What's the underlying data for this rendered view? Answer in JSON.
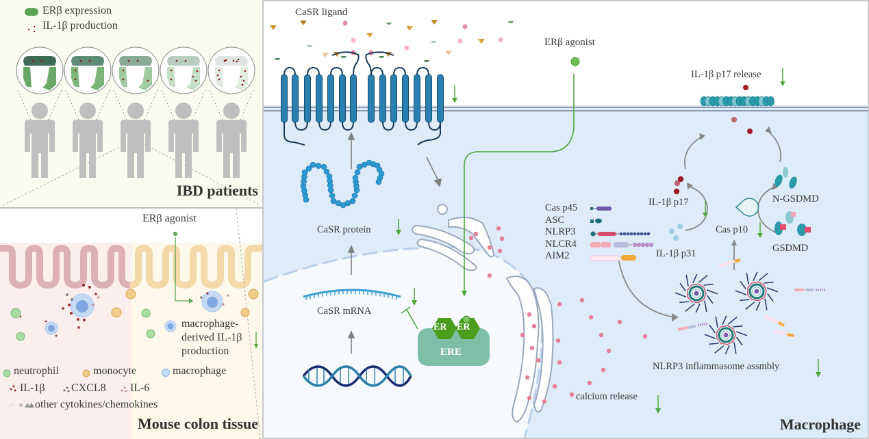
{
  "ibd_panel": {
    "title": "IBD patients",
    "legend": [
      {
        "icon": "green-pill-icon",
        "label": "ERβ expression",
        "color": "#5aa454"
      },
      {
        "icon": "red-dots-icon",
        "label": "IL-1β  production",
        "color": "#8b1a1a"
      }
    ],
    "patients": [
      {
        "colon_shade": "#3f6b57",
        "body_shade": "#6aa86a"
      },
      {
        "colon_shade": "#5e8a76",
        "body_shade": "#7db47a"
      },
      {
        "colon_shade": "#8aaa98",
        "body_shade": "#a0caa0"
      },
      {
        "colon_shade": "#b8ccc0",
        "body_shade": "#c3dec3"
      },
      {
        "colon_shade": "#dfe5e0",
        "body_shade": "#e0ece0"
      }
    ]
  },
  "mouse_panel": {
    "title": "Mouse colon tissue",
    "agonist_label": "ERβ agonist",
    "annotation": [
      "macrophage-",
      "derived IL-1β",
      "production"
    ],
    "legend_cells": [
      {
        "icon": "neutrophil-icon",
        "label": "neutrophil",
        "color": "#8fcf8a"
      },
      {
        "icon": "monocyte-icon",
        "label": "monocyte",
        "color": "#e8b860"
      },
      {
        "icon": "macrophage-icon",
        "label": "macrophage",
        "color": "#a9c8ee"
      }
    ],
    "legend_cytokines": [
      {
        "icon": "il1b-dots-icon",
        "label": "IL-1β",
        "color": "#9b2a2a"
      },
      {
        "icon": "cxcl8-dots-icon",
        "label": "CXCL8",
        "color": "#6b6b6b"
      },
      {
        "icon": "il6-dots-icon",
        "label": "IL-6",
        "color": "#c09090"
      }
    ],
    "legend_other": "other cytokines/chemokines",
    "colors": {
      "inflamed_bg": "#fdeeee",
      "treated_bg": "#fdf8ea",
      "crypt_inflamed": "#dcb0b4",
      "crypt_treated": "#f3d8a8"
    }
  },
  "macrophage_panel": {
    "title": "Macrophage",
    "casr_ligand": "CaSR ligand",
    "erb_agonist": "ERβ agonist",
    "casr_protein": "CaSR protein",
    "casr_mrna": "CaSR mRNA",
    "er_left": "ER",
    "er_right": "ER",
    "ere": "ERE",
    "il1b_release": "IL-1β p17 release",
    "il1b_p17": "IL-1β p17",
    "il1b_p31": "IL-1β p31",
    "cas_p10": "Cas p10",
    "n_gsdmd": "N-GSDMD",
    "gsdmd": "GSDMD",
    "inflammasome_components": [
      "Cas p45",
      "ASC",
      "NLRP3",
      "NLCR4",
      "AIM2"
    ],
    "inflammasome_assembly": "NLRP3 inflammasome assmbly",
    "calcium_release": "calcium release",
    "colors": {
      "cytoplasm": "#deebf8",
      "nucleus": "#f6f9fe",
      "membrane": "#8c9bb3",
      "casr": "#2980b0",
      "down_arrow": "#4fa83c",
      "er_hex": "#4a9e1c",
      "ere_box": "#7fbfa8"
    }
  }
}
